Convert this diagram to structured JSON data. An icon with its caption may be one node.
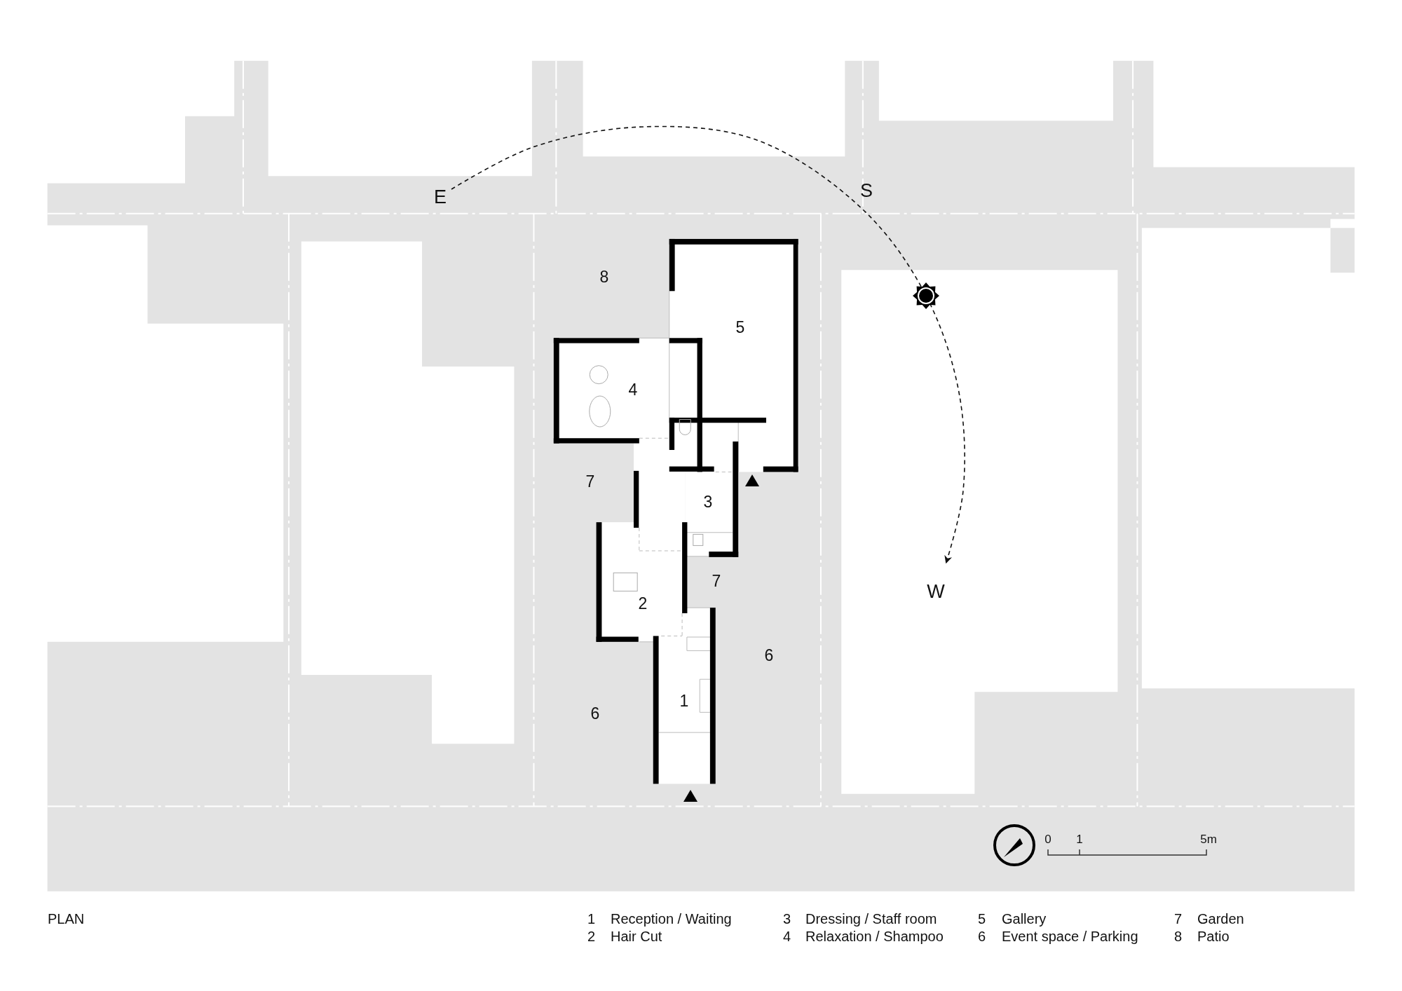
{
  "diagram": {
    "caption": "PLAN",
    "labels": [
      "E",
      "S",
      "8",
      "5",
      "4",
      "7",
      "3",
      "7",
      "W",
      "2",
      "6",
      "1",
      "6",
      "0",
      "1",
      "5m",
      "1",
      "Reception / Waiting",
      "3",
      "Dressing / Staff room",
      "5",
      "Gallery",
      "7",
      "Garden",
      "2",
      "Hair Cut",
      "4",
      "Relaxation / Shampoo",
      "6",
      "Event space / Parking",
      "8",
      "Patio"
    ]
  }
}
